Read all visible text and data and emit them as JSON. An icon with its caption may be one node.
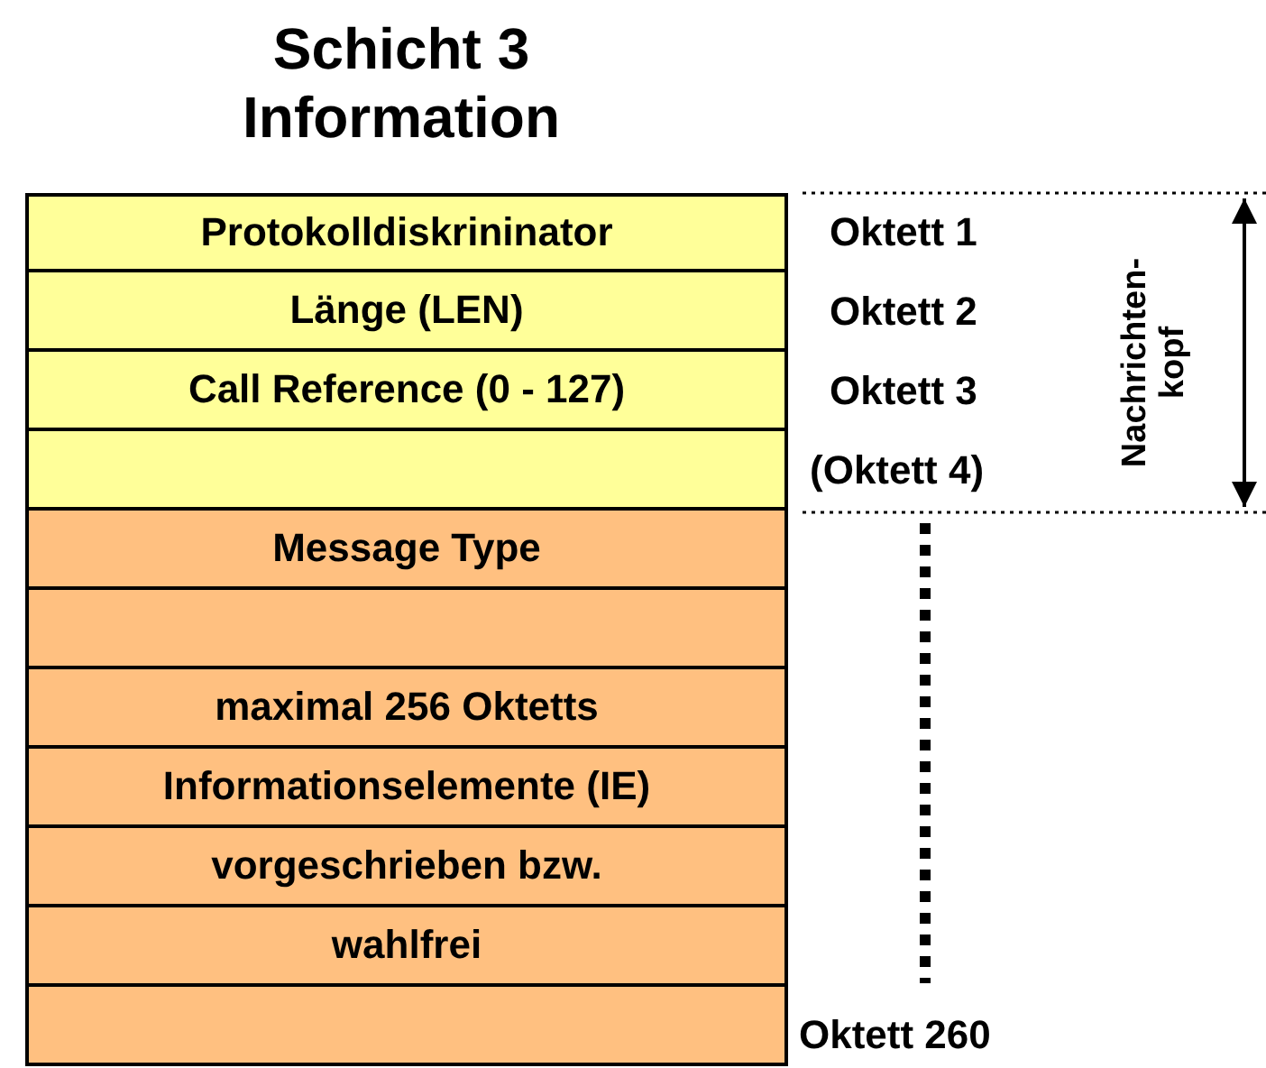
{
  "diagram": {
    "title": "Schicht 3 Information",
    "nodes": [
      {
        "text": [
          "Protokolldiskrininator"
        ]
      },
      {
        "text": [
          "Länge (LEN)"
        ]
      },
      {
        "text": [
          "Call Reference (0 - 127)"
        ]
      },
      {
        "text": [],
        "shape": "box"
      },
      {
        "text": [
          "Message Type"
        ]
      },
      {
        "text": [],
        "shape": "box"
      },
      {
        "text": [
          "maximal 256 Oktetts"
        ]
      },
      {
        "text": [
          "Informationselemente (IE)"
        ]
      },
      {
        "text": [
          "vorgeschrieben bzw."
        ]
      },
      {
        "text": [
          "wahlfrei"
        ]
      },
      {
        "text": [],
        "shape": "box"
      }
    ],
    "labels": [
      "Oktett 1",
      "Oktett 2",
      "Oktett 3",
      "(Oktett 4)",
      "Oktett 260",
      "Nachrichten- kopf"
    ]
  }
}
